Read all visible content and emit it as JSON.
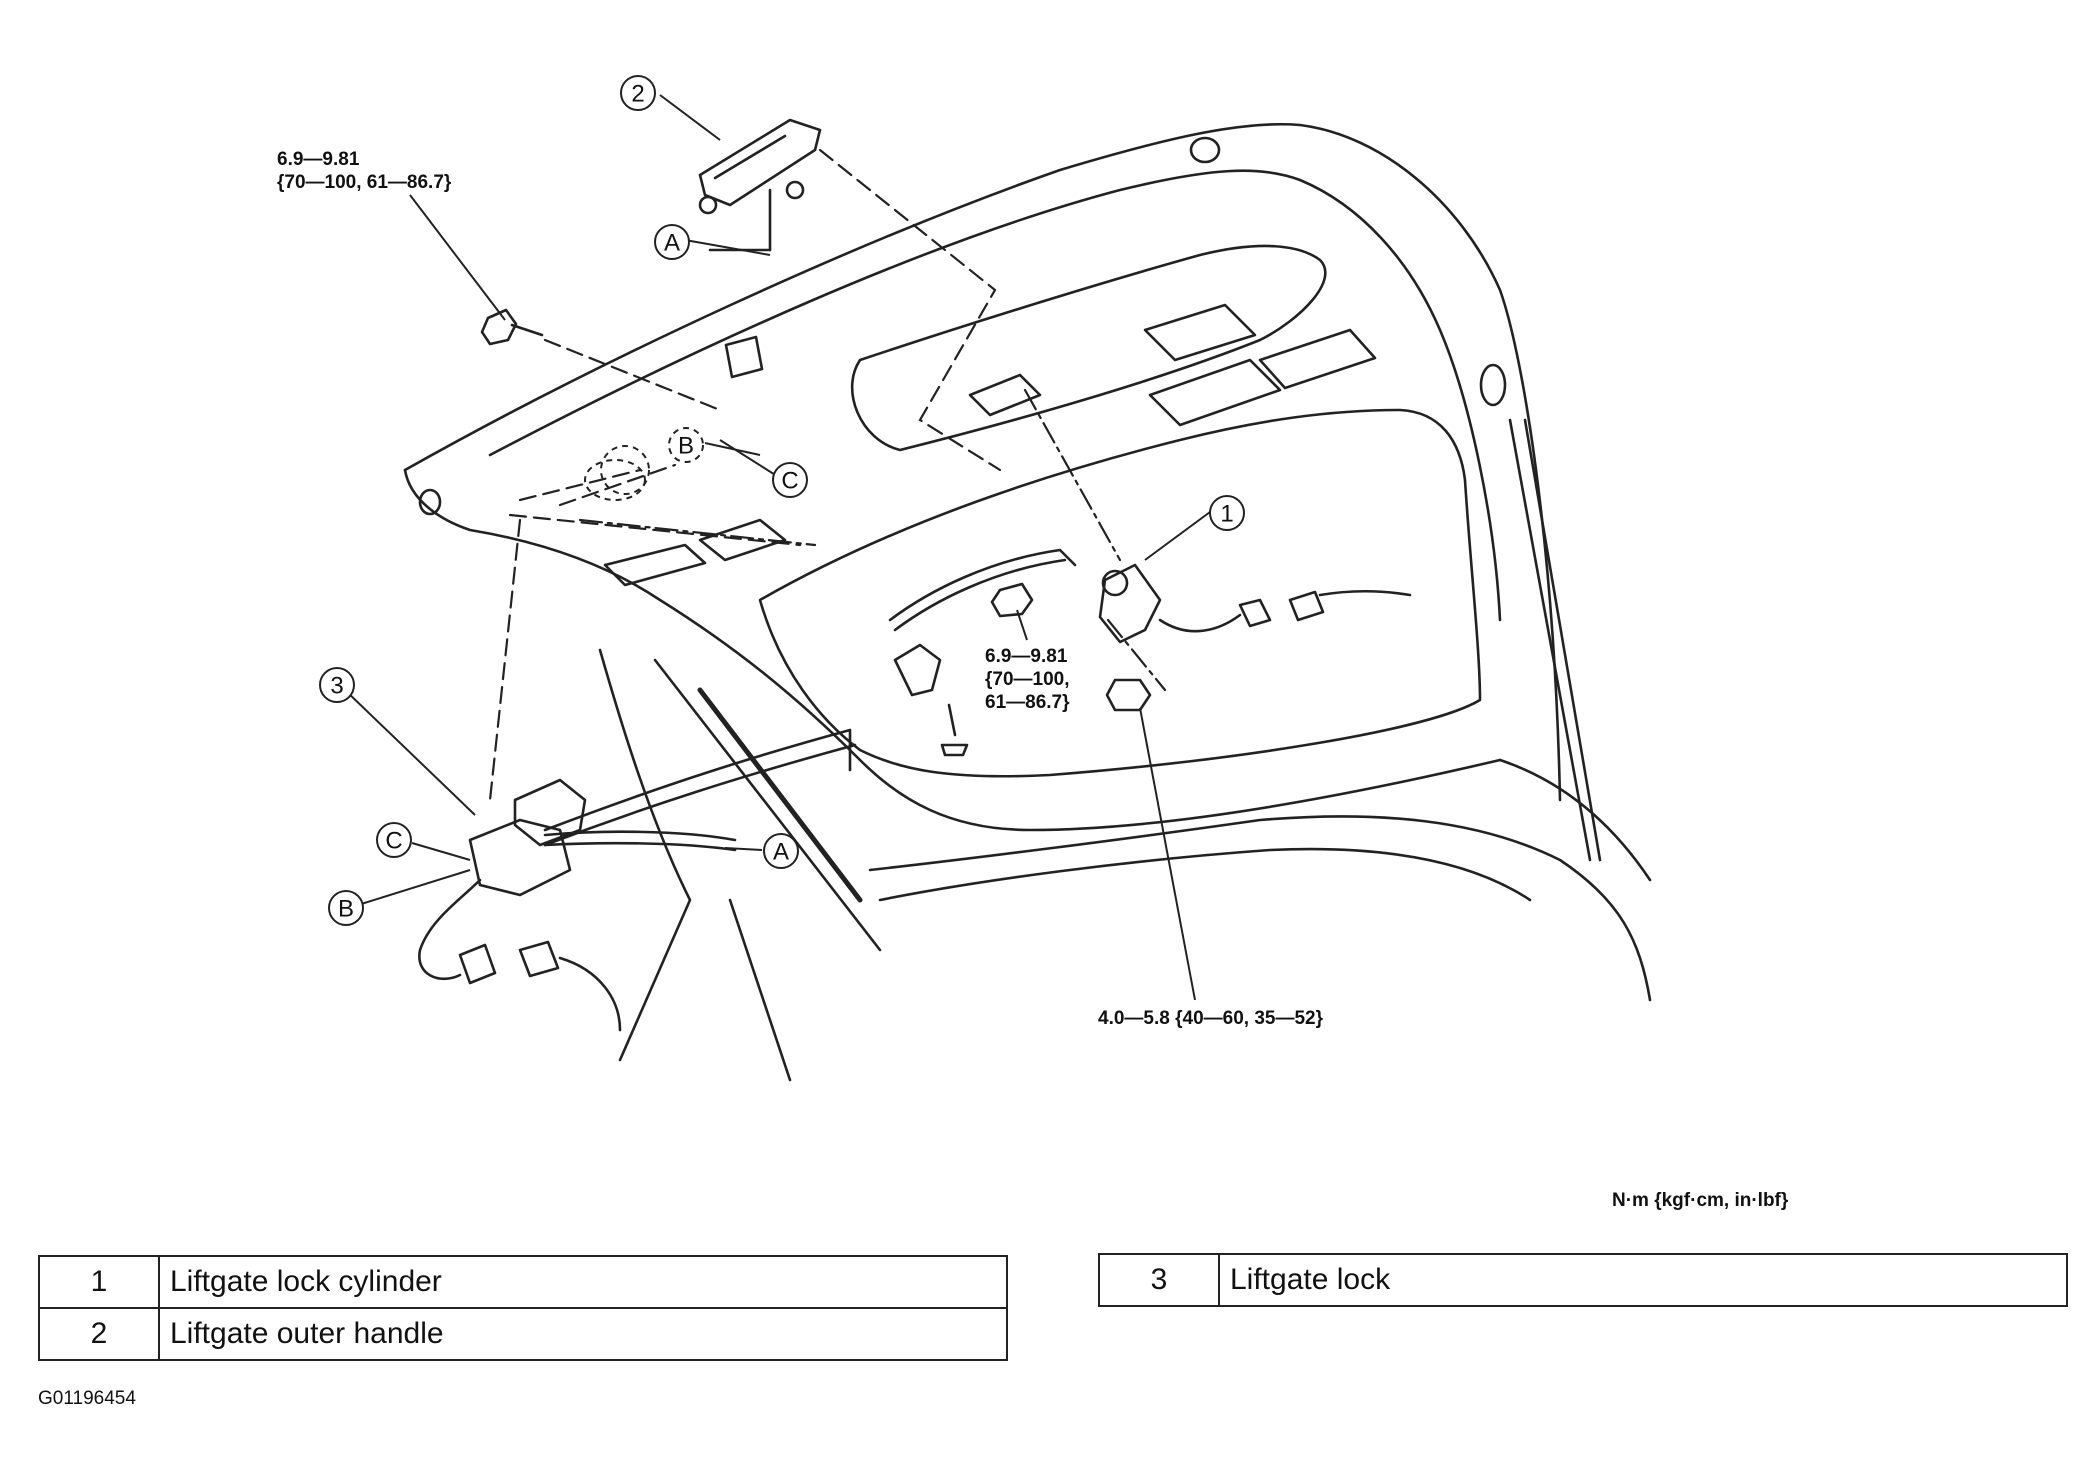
{
  "callouts": {
    "c1": "1",
    "c2": "2",
    "c3": "3",
    "a_top": "A",
    "a_right": "A",
    "b_mid": "B",
    "b_left": "B",
    "c_mid": "C",
    "c_left": "C"
  },
  "torque": {
    "t1_line1": "6.9—9.81",
    "t1_line2": "{70—100, 61—86.7}",
    "t2_line1": "6.9—9.81",
    "t2_line2": "{70—100,",
    "t2_line3": "61—86.7}",
    "t3": "4.0—5.8 {40—60, 35—52}"
  },
  "units": "N·m {kgf·cm, in·lbf}",
  "legend_left": [
    {
      "num": "1",
      "label": "Liftgate lock cylinder"
    },
    {
      "num": "2",
      "label": "Liftgate outer handle"
    }
  ],
  "legend_right": [
    {
      "num": "3",
      "label": "Liftgate lock"
    }
  ],
  "figure_id": "G01196454"
}
